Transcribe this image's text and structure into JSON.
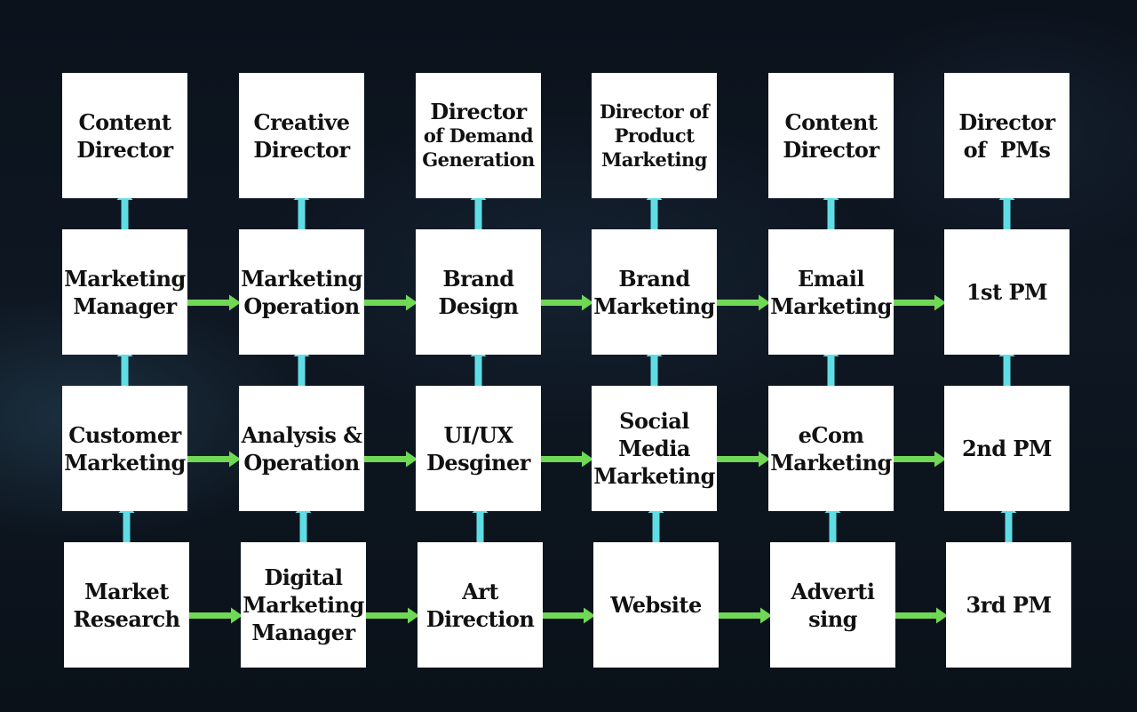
{
  "colors": {
    "background": "#0d1520",
    "box": "#ffffff",
    "text": "#111111",
    "arrow_up": "#5fdde5",
    "arrow_right": "#6fd855"
  },
  "nodes": [
    {
      "id": "content-director-1",
      "row": 0,
      "col": 0,
      "lines": [
        "Content",
        "Director"
      ]
    },
    {
      "id": "creative-director",
      "row": 0,
      "col": 1,
      "lines": [
        "Creative",
        "Director"
      ]
    },
    {
      "id": "director-demand-generation",
      "row": 0,
      "col": 2,
      "lines": [
        "Director",
        "of Demand",
        "Generation"
      ]
    },
    {
      "id": "director-product-marketing",
      "row": 0,
      "col": 3,
      "lines": [
        "Director of",
        "Product",
        "Marketing"
      ]
    },
    {
      "id": "content-director-2",
      "row": 0,
      "col": 4,
      "lines": [
        "Content",
        "Director"
      ]
    },
    {
      "id": "director-of-pms",
      "row": 0,
      "col": 5,
      "lines": [
        "Director",
        "of  PMs"
      ]
    },
    {
      "id": "marketing-manager",
      "row": 1,
      "col": 0,
      "lines": [
        "Marketing",
        "Manager"
      ]
    },
    {
      "id": "marketing-operation",
      "row": 1,
      "col": 1,
      "lines": [
        "Marketing",
        "Operation"
      ]
    },
    {
      "id": "brand-design",
      "row": 1,
      "col": 2,
      "lines": [
        "Brand",
        "Design"
      ]
    },
    {
      "id": "brand-marketing",
      "row": 1,
      "col": 3,
      "lines": [
        "Brand",
        "Marketing"
      ]
    },
    {
      "id": "email-marketing",
      "row": 1,
      "col": 4,
      "lines": [
        "Email",
        "Marketing"
      ]
    },
    {
      "id": "first-pm",
      "row": 1,
      "col": 5,
      "lines": [
        "1st PM"
      ]
    },
    {
      "id": "customer-marketing",
      "row": 2,
      "col": 0,
      "lines": [
        "Customer",
        "Marketing"
      ]
    },
    {
      "id": "analysis-operation",
      "row": 2,
      "col": 1,
      "lines": [
        "Analysis &",
        "Operation"
      ]
    },
    {
      "id": "ui-ux-designer",
      "row": 2,
      "col": 2,
      "lines": [
        "UI/UX",
        "Desginer"
      ]
    },
    {
      "id": "social-media-marketing",
      "row": 2,
      "col": 3,
      "lines": [
        "Social",
        "Media",
        "Marketing"
      ]
    },
    {
      "id": "ecom-marketing",
      "row": 2,
      "col": 4,
      "lines": [
        "eCom",
        "Marketing"
      ]
    },
    {
      "id": "second-pm",
      "row": 2,
      "col": 5,
      "lines": [
        "2nd PM"
      ]
    },
    {
      "id": "market-research",
      "row": 3,
      "col": 0,
      "lines": [
        "Market",
        "Research"
      ]
    },
    {
      "id": "digital-marketing-manager",
      "row": 3,
      "col": 1,
      "lines": [
        "Digital",
        "Marketing",
        "Manager"
      ]
    },
    {
      "id": "art-direction",
      "row": 3,
      "col": 2,
      "lines": [
        "Art",
        "Direction"
      ]
    },
    {
      "id": "website",
      "row": 3,
      "col": 3,
      "lines": [
        "Website"
      ]
    },
    {
      "id": "advertising",
      "row": 3,
      "col": 4,
      "lines": [
        "Adverti",
        "sing"
      ]
    },
    {
      "id": "third-pm",
      "row": 3,
      "col": 5,
      "lines": [
        "3rd PM"
      ]
    }
  ],
  "edges_up": [
    {
      "from": "marketing-manager",
      "to": "content-director-1"
    },
    {
      "from": "marketing-operation",
      "to": "creative-director"
    },
    {
      "from": "brand-design",
      "to": "director-demand-generation"
    },
    {
      "from": "brand-marketing",
      "to": "director-product-marketing"
    },
    {
      "from": "email-marketing",
      "to": "content-director-2"
    },
    {
      "from": "first-pm",
      "to": "director-of-pms"
    },
    {
      "from": "customer-marketing",
      "to": "marketing-manager"
    },
    {
      "from": "analysis-operation",
      "to": "marketing-operation"
    },
    {
      "from": "ui-ux-designer",
      "to": "brand-design"
    },
    {
      "from": "social-media-marketing",
      "to": "brand-marketing"
    },
    {
      "from": "ecom-marketing",
      "to": "email-marketing"
    },
    {
      "from": "second-pm",
      "to": "first-pm"
    },
    {
      "from": "market-research",
      "to": "customer-marketing"
    },
    {
      "from": "digital-marketing-manager",
      "to": "analysis-operation"
    },
    {
      "from": "art-direction",
      "to": "ui-ux-designer"
    },
    {
      "from": "website",
      "to": "social-media-marketing"
    },
    {
      "from": "advertising",
      "to": "ecom-marketing"
    },
    {
      "from": "third-pm",
      "to": "second-pm"
    }
  ],
  "edges_right": [
    {
      "from": "marketing-manager",
      "to": "marketing-operation"
    },
    {
      "from": "marketing-operation",
      "to": "brand-design"
    },
    {
      "from": "brand-design",
      "to": "brand-marketing"
    },
    {
      "from": "brand-marketing",
      "to": "email-marketing"
    },
    {
      "from": "email-marketing",
      "to": "first-pm"
    },
    {
      "from": "customer-marketing",
      "to": "analysis-operation"
    },
    {
      "from": "analysis-operation",
      "to": "ui-ux-designer"
    },
    {
      "from": "ui-ux-designer",
      "to": "social-media-marketing"
    },
    {
      "from": "social-media-marketing",
      "to": "ecom-marketing"
    },
    {
      "from": "ecom-marketing",
      "to": "second-pm"
    },
    {
      "from": "market-research",
      "to": "digital-marketing-manager"
    },
    {
      "from": "digital-marketing-manager",
      "to": "art-direction"
    },
    {
      "from": "art-direction",
      "to": "website"
    },
    {
      "from": "website",
      "to": "advertising"
    },
    {
      "from": "advertising",
      "to": "third-pm"
    }
  ]
}
